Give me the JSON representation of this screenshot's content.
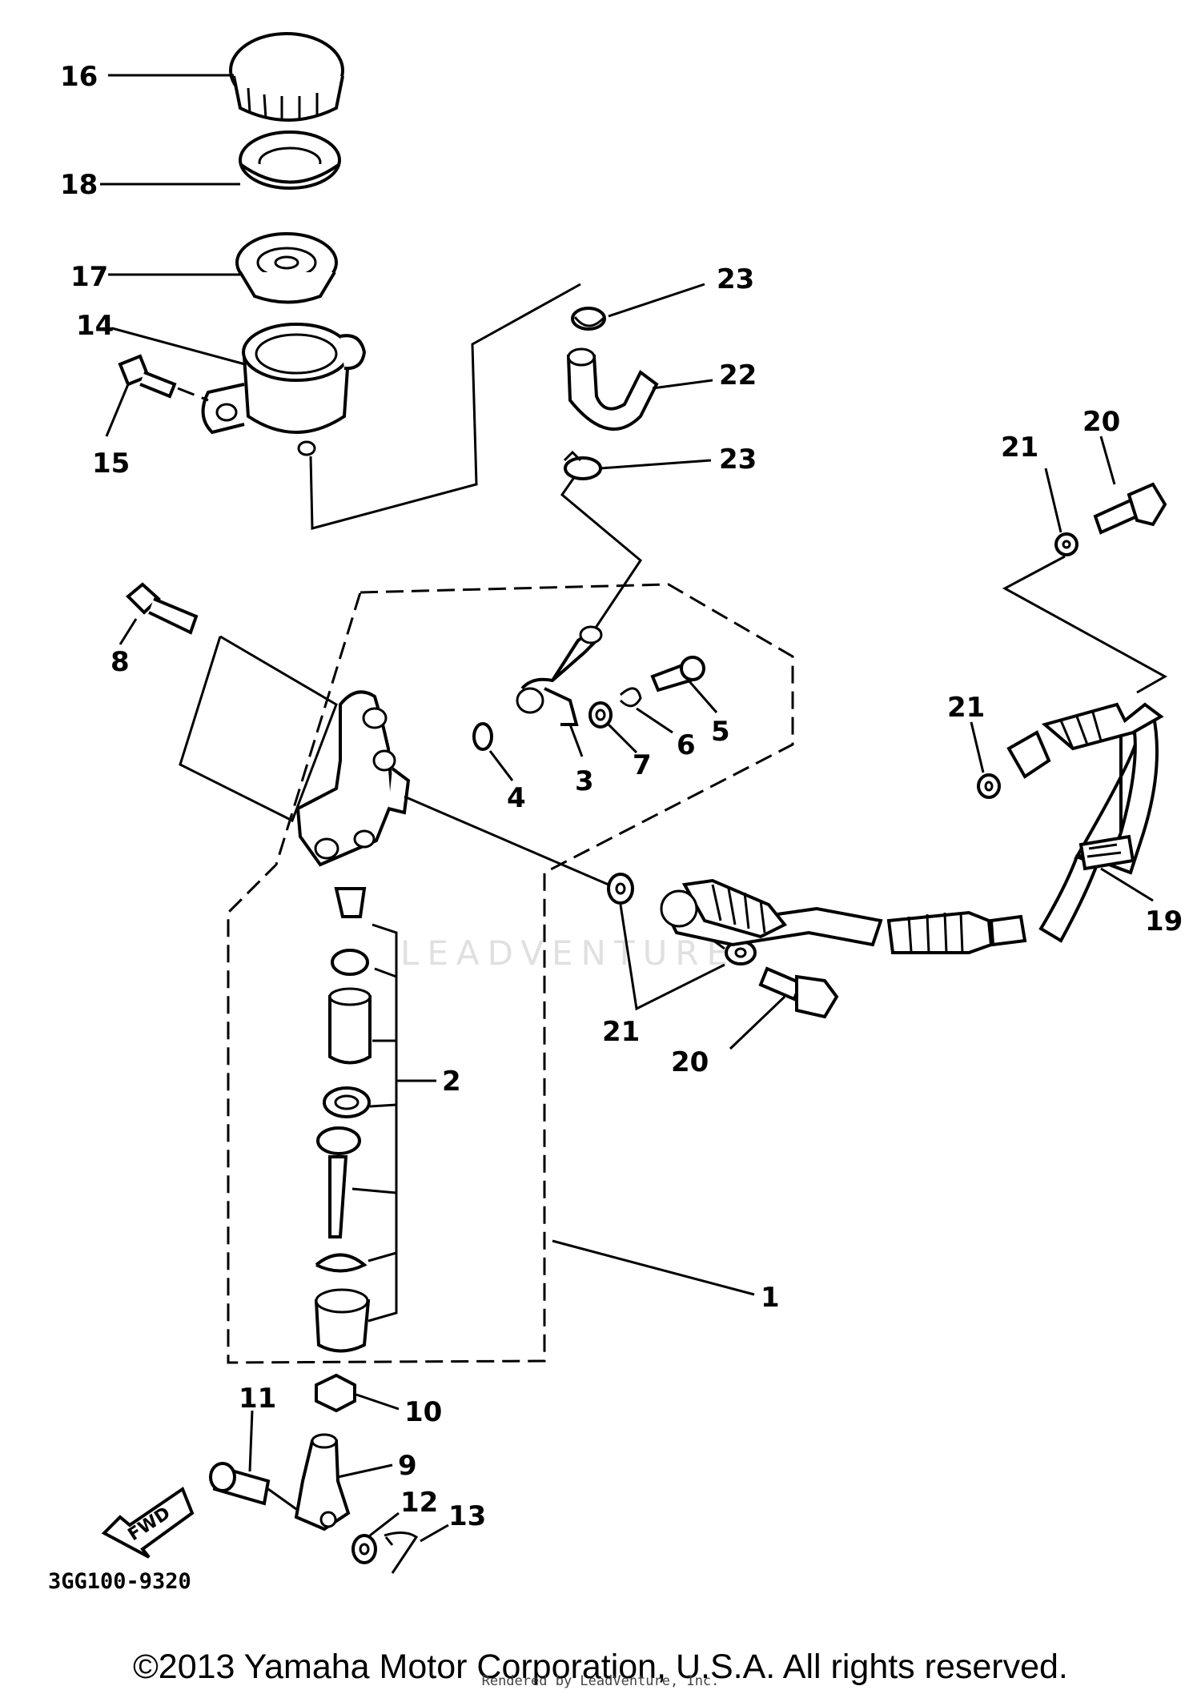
{
  "diagram": {
    "code": "3GG100-9320",
    "fwd_label": "FWD",
    "watermark": "LEADVENTURE",
    "labels": {
      "l1": "1",
      "l2": "2",
      "l3": "3",
      "l4": "4",
      "l5": "5",
      "l6": "6",
      "l7": "7",
      "l8": "8",
      "l9": "9",
      "l10": "10",
      "l11": "11",
      "l12": "12",
      "l13": "13",
      "l14": "14",
      "l15": "15",
      "l16": "16",
      "l17": "17",
      "l18": "18",
      "l19": "19",
      "l20a": "20",
      "l20b": "20",
      "l21a": "21",
      "l21b": "21",
      "l21c": "21",
      "l22": "22",
      "l23a": "23",
      "l23b": "23"
    }
  },
  "footer": {
    "copyright": "©2013 Yamaha Motor Corporation, U.S.A. All rights reserved.",
    "rendered_by": "Rendered by LeadVenture, Inc."
  }
}
